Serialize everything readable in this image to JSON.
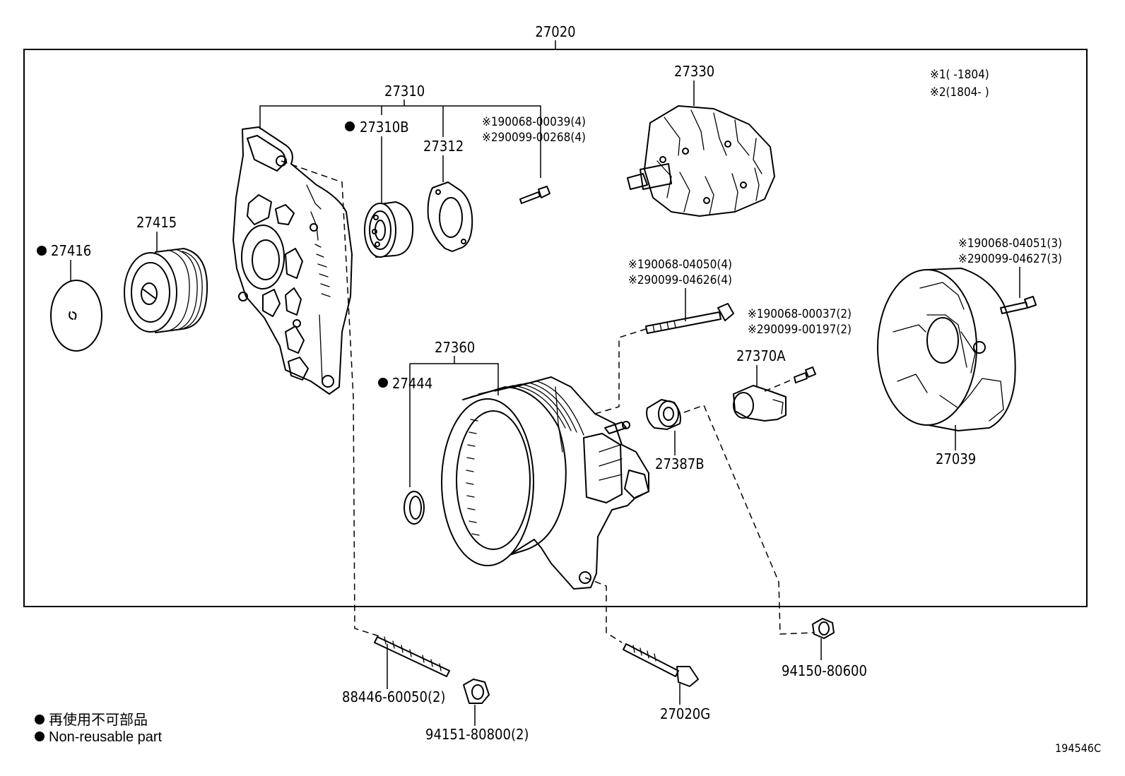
{
  "diagram": {
    "figure_number": "194546C",
    "assembly_label": "27020",
    "legend": {
      "marker": "●",
      "ja": "再使用不可部品",
      "en": "Non-reusable part"
    },
    "notes": {
      "note1": "※1(      -1804)",
      "note2": "※2(1804-      )"
    },
    "parts": {
      "p27310": "27310",
      "p27310b": "27310B",
      "p27312": "27312",
      "p27330": "27330",
      "p27415": "27415",
      "p27416": "27416",
      "p27360": "27360",
      "p27444": "27444",
      "p27370a": "27370A",
      "p27387b": "27387B",
      "p27039": "27039",
      "p27020g": "27020G",
      "p88446": "88446-60050(2)",
      "p94151": "94151-80800(2)",
      "p94150": "94150-80600"
    },
    "screw_notes": {
      "a1": "※190068-00039(4)",
      "a2": "※290099-00268(4)",
      "b1": "※190068-04050(4)",
      "b2": "※290099-04626(4)",
      "c1": "※190068-00037(2)",
      "c2": "※290099-00197(2)",
      "d1": "※190068-04051(3)",
      "d2": "※290099-04627(3)"
    },
    "non_reusable_marker": "●"
  }
}
